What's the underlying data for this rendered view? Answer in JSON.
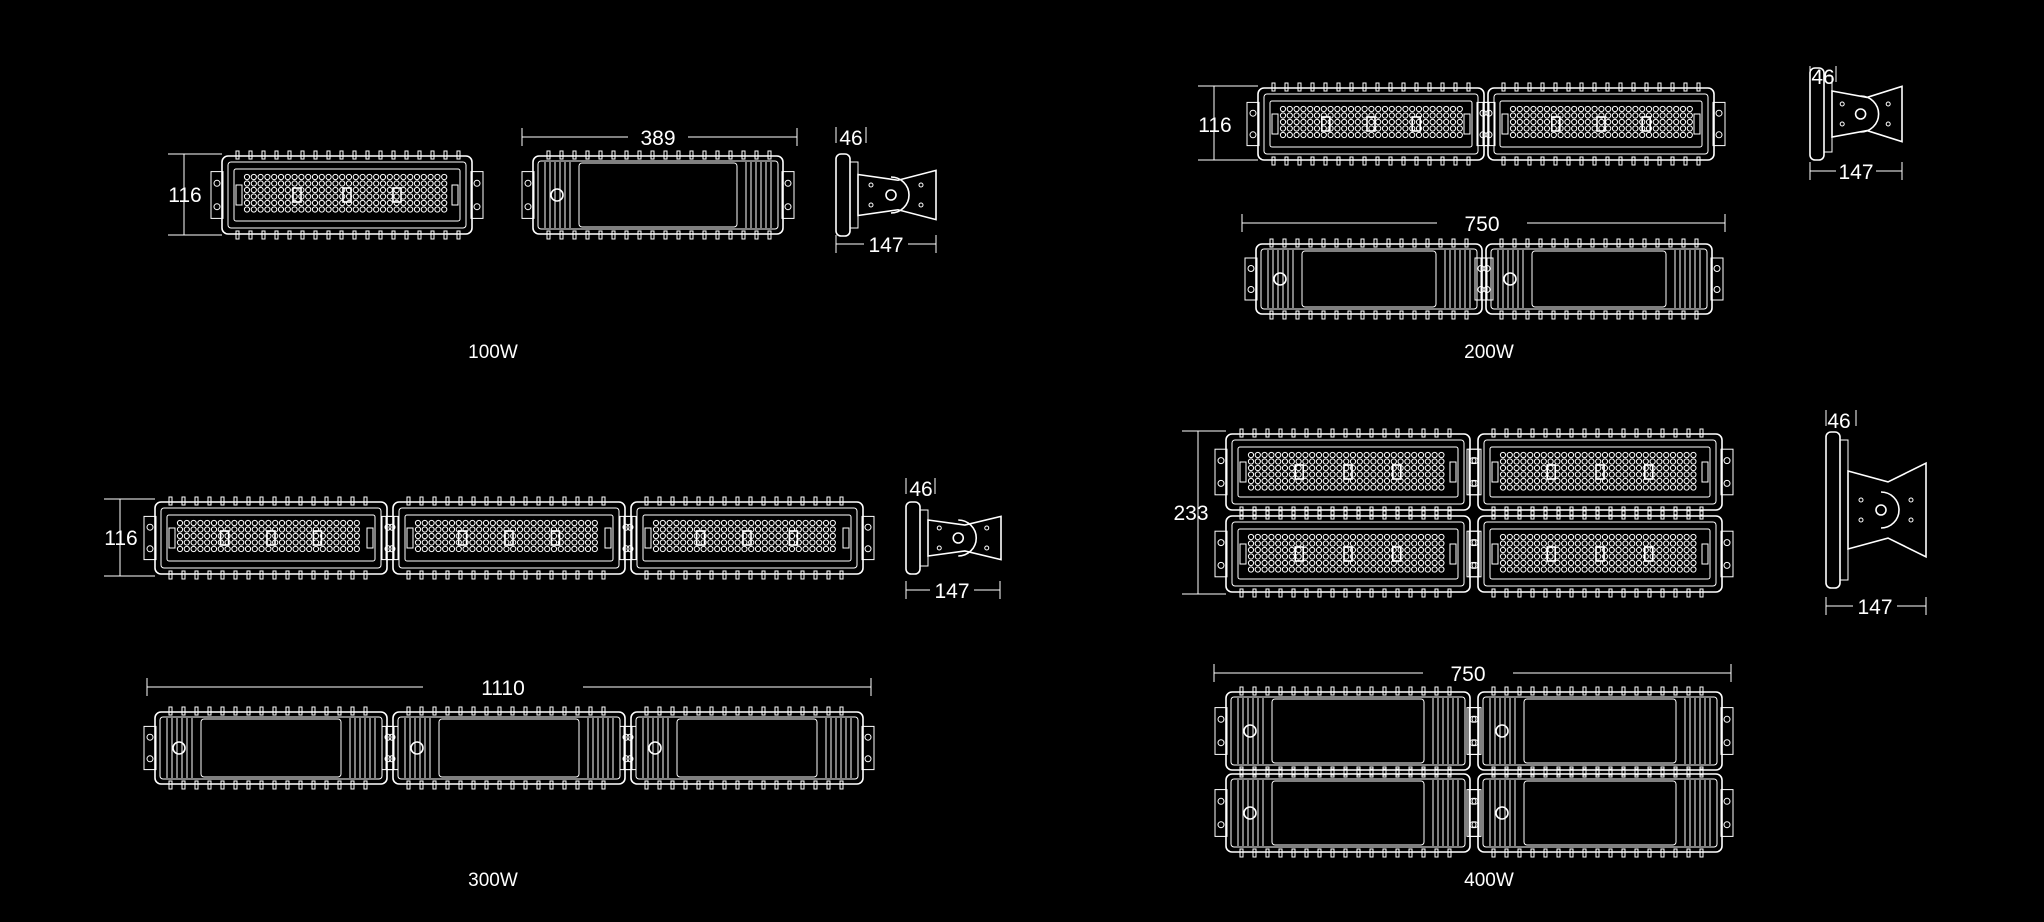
{
  "colors": {
    "background": "#000000",
    "line": "#ffffff"
  },
  "drawings": {
    "w100": {
      "label": "100W",
      "height": "116",
      "length": "389",
      "depth": "46",
      "bracket": "147",
      "modules": 1,
      "rows": 1
    },
    "w200": {
      "label": "200W",
      "height": "116",
      "length": "750",
      "depth": "46",
      "bracket": "147",
      "modules": 2,
      "rows": 1
    },
    "w300": {
      "label": "300W",
      "height": "116",
      "length": "1110",
      "depth": "46",
      "bracket": "147",
      "modules": 3,
      "rows": 1
    },
    "w400": {
      "label": "400W",
      "height": "233",
      "length": "750",
      "depth": "46",
      "bracket": "147",
      "modules": 2,
      "rows": 2
    }
  }
}
